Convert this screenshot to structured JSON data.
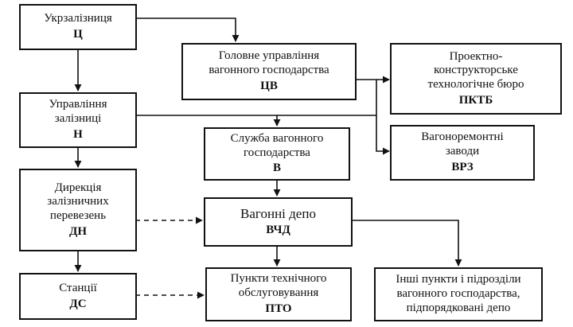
{
  "nodes": {
    "ukrzaliznytsia": {
      "lines": [
        "Укрзалізниця"
      ],
      "abbr": "Ц"
    },
    "cv": {
      "lines": [
        "Головне управління",
        "вагонного господарства"
      ],
      "abbr": "ЦВ"
    },
    "pktb": {
      "lines": [
        "Проектно-",
        "конструкторське",
        "технологічне бюро"
      ],
      "abbr": "ПКТБ"
    },
    "railway": {
      "lines": [
        "Управління",
        "залізниці"
      ],
      "abbr": "Н"
    },
    "service": {
      "lines": [
        "Служба вагонного",
        "господарства"
      ],
      "abbr": "В"
    },
    "vrz": {
      "lines": [
        "Вагоноремонтні",
        "заводи"
      ],
      "abbr": "ВРЗ"
    },
    "dn": {
      "lines": [
        "Дирекція",
        "залізничних",
        "перевезень"
      ],
      "abbr": "ДН"
    },
    "depot": {
      "lines": [
        "Вагонні депо"
      ],
      "abbr": "ВЧД"
    },
    "stations": {
      "lines": [
        "Станції"
      ],
      "abbr": "ДС"
    },
    "pto": {
      "lines": [
        "Пункти технічного",
        "обслуговування"
      ],
      "abbr": "ПТО"
    },
    "other": {
      "lines": [
        "Інші пункти і підрозділи",
        "вагонного господарства,",
        "підпорядковані депо"
      ],
      "abbr": ""
    }
  }
}
